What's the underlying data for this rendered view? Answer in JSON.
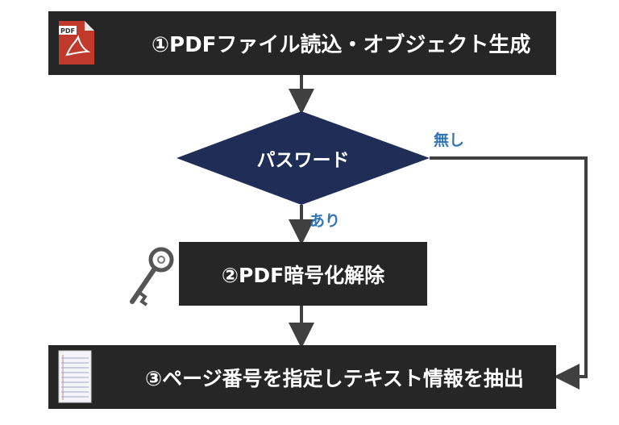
{
  "steps": {
    "step1": "①PDFファイル読込・オブジェクト生成",
    "decision": "パスワード",
    "step2": "②PDF暗号化解除",
    "step3": "③ページ番号を指定しテキスト情報を抽出"
  },
  "branches": {
    "yes": "あり",
    "no": "無し"
  },
  "pdf_icon_text": "PDF",
  "colors": {
    "box": "#262626",
    "diamond": "#1f2d57",
    "connector": "#404040",
    "branch_label": "#2e75b6",
    "pdf_icon": "#c0392b"
  },
  "icons": {
    "step1": "pdf-file-icon",
    "step2": "key-icon",
    "step3": "document-page-icon"
  }
}
